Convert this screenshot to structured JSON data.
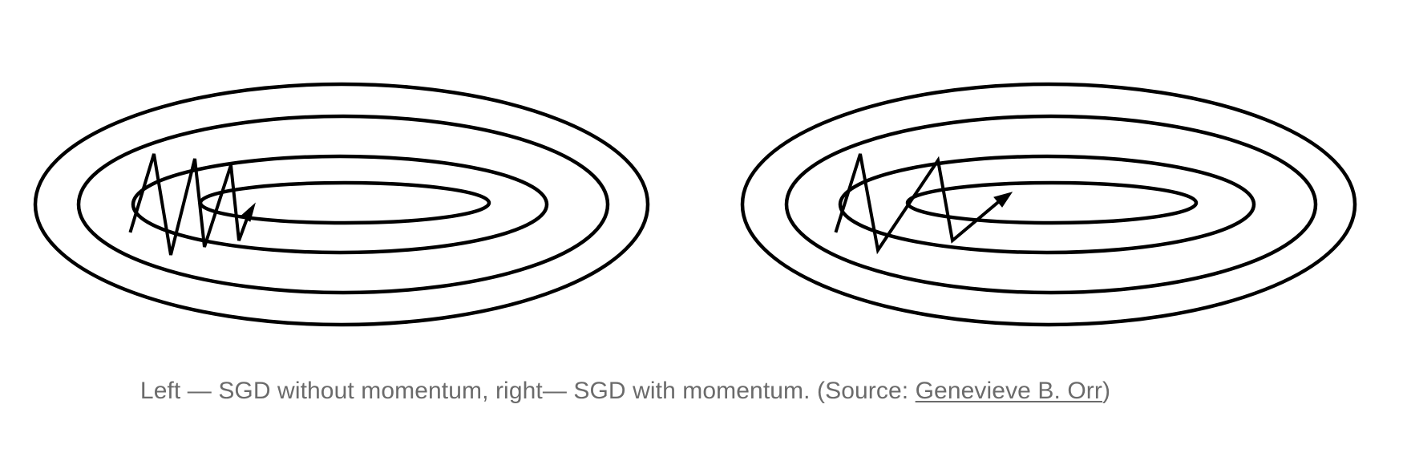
{
  "caption": {
    "prefix": "Left — SGD without momentum, right— SGD with momentum. (Source: ",
    "link_text": "Genevieve B. Orr",
    "suffix": ")"
  },
  "panels": [
    {
      "name": "sgd-without-momentum",
      "contour_levels": 4
    },
    {
      "name": "sgd-with-momentum",
      "contour_levels": 4
    }
  ],
  "colors": {
    "line": "#000000",
    "caption_text": "#6b6b6b",
    "background": "#ffffff"
  }
}
